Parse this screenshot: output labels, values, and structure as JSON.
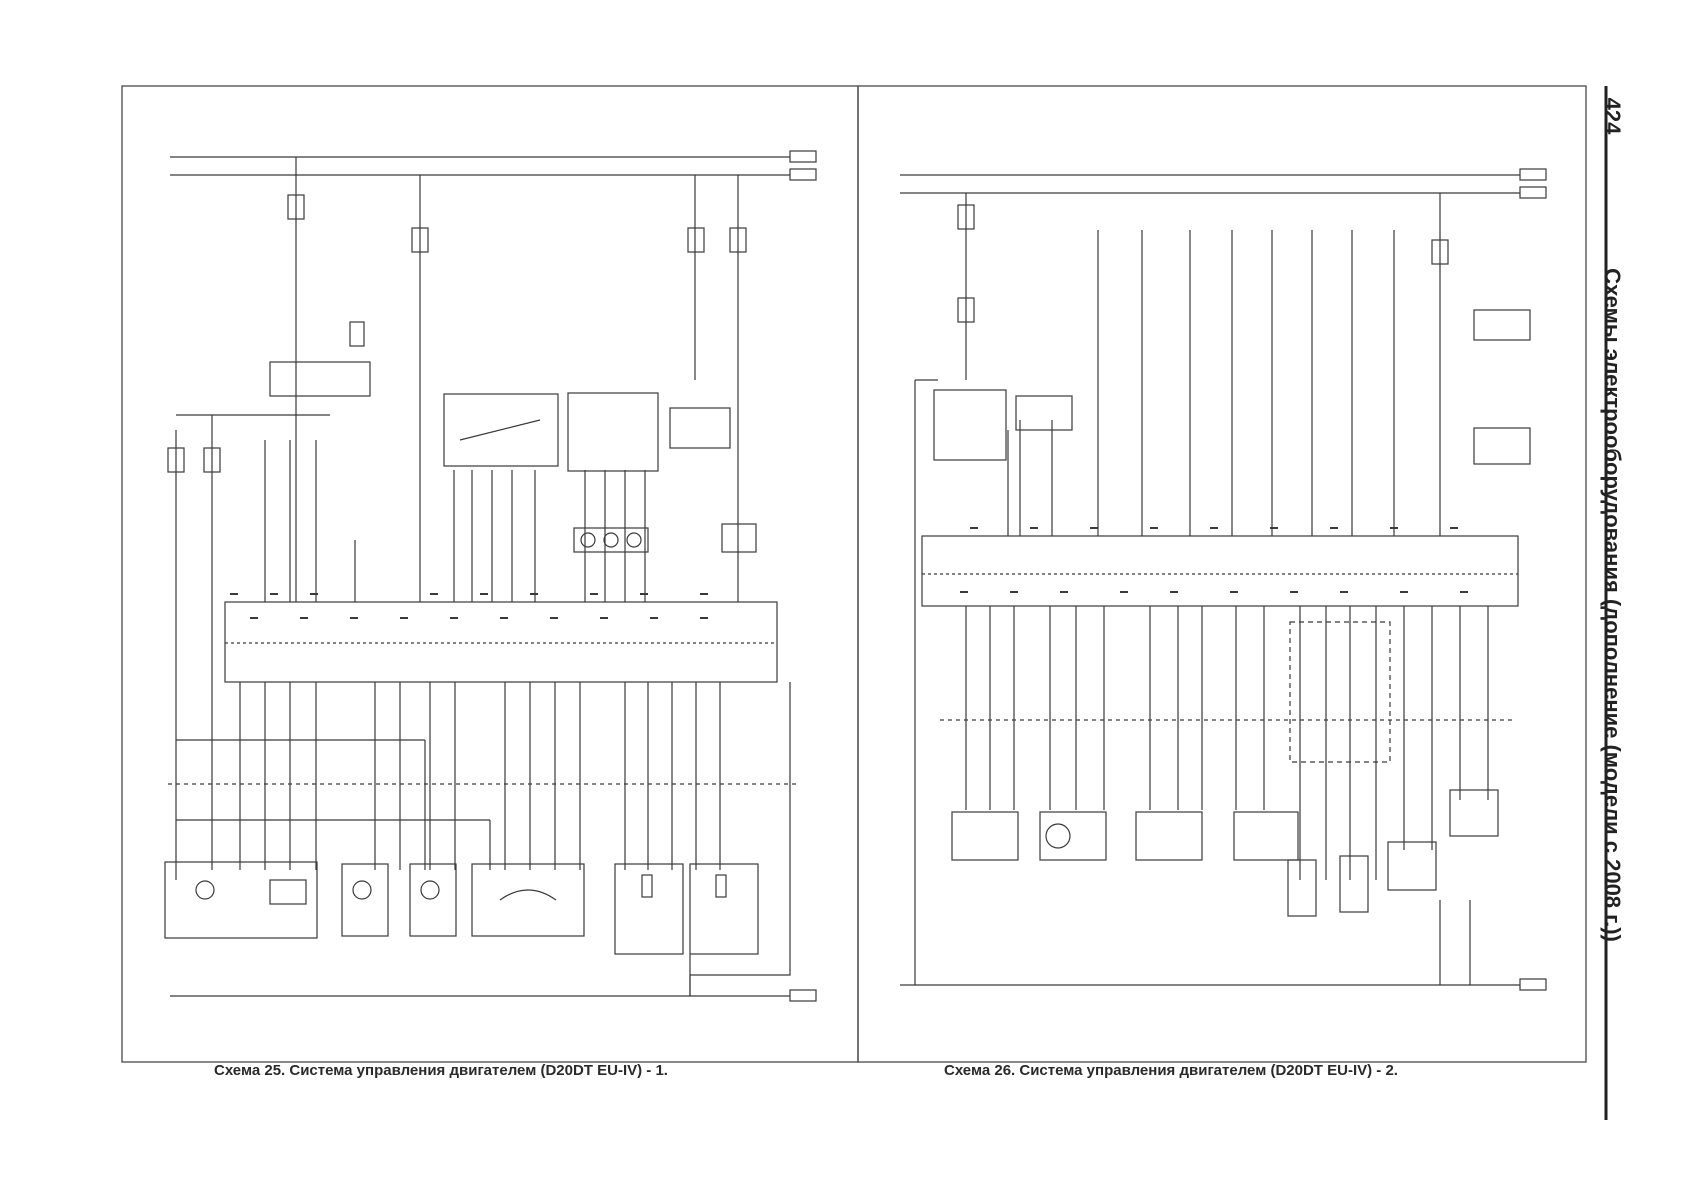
{
  "page": {
    "number": "424",
    "side_title": "Схемы электрооборудования (дополнение (модели с 2008 г.))"
  },
  "captions": {
    "left": "Схема 25. Система управления двигателем (D20DT EU-IV) - 1.",
    "right": "Схема 26. Система управления двигателем (D20DT EU-IV) - 2."
  },
  "colors": {
    "line": "#3a3a3a",
    "frame": "#555555",
    "background": "#ffffff"
  }
}
